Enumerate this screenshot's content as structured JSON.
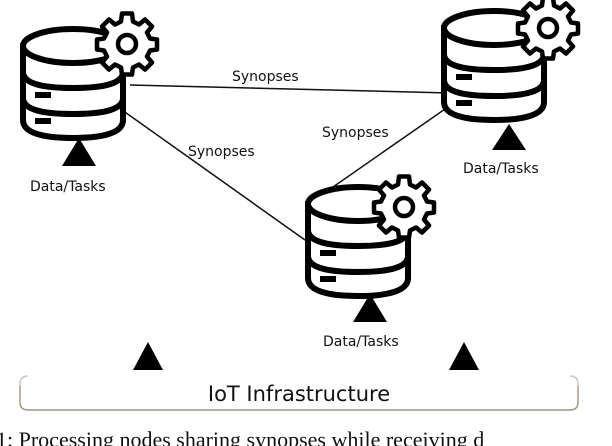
{
  "diagram": {
    "edges": [
      {
        "from": "node-left",
        "to": "node-right",
        "label": "Synopses"
      },
      {
        "from": "node-left",
        "to": "node-center",
        "label": "Synopses"
      },
      {
        "from": "node-center",
        "to": "node-right",
        "label": "Synopses"
      }
    ],
    "nodes": [
      {
        "id": "node-left",
        "input_label": "Data/Tasks"
      },
      {
        "id": "node-right",
        "input_label": "Data/Tasks"
      },
      {
        "id": "node-center",
        "input_label": "Data/Tasks"
      }
    ],
    "infrastructure_label": "IoT Infrastructure",
    "caption": "1: Processing nodes sharing synopses while receiving d"
  }
}
